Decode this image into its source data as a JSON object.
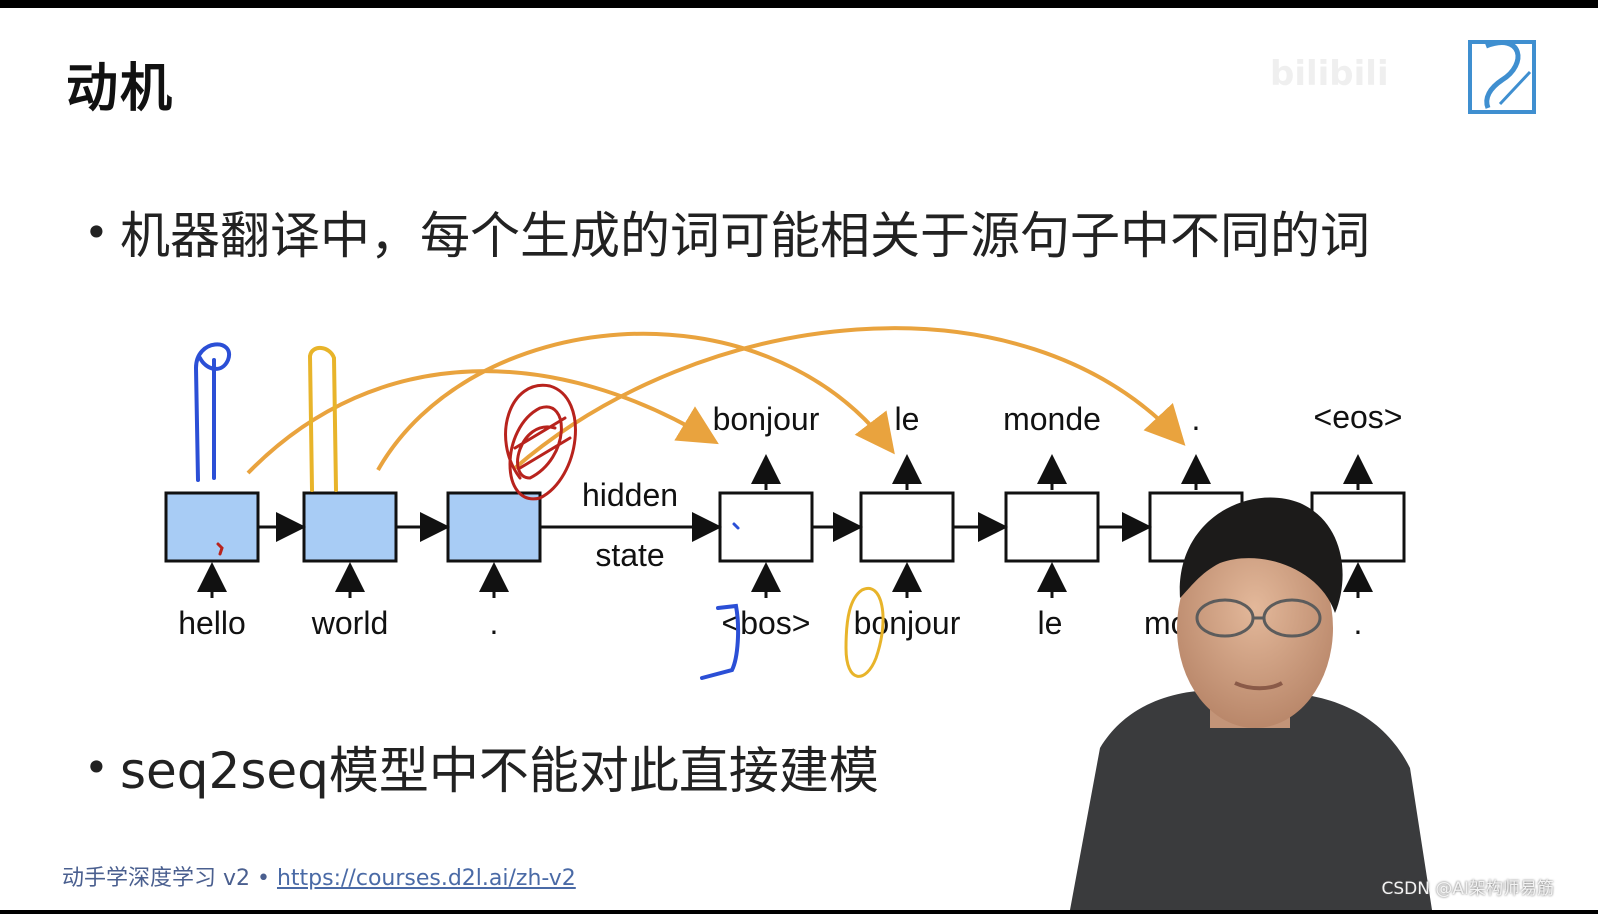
{
  "slide": {
    "title": "动机",
    "bullets": [
      "机器翻译中，每个生成的词可能相关于源句子中不同的词",
      "seq2seq模型中不能对此直接建模"
    ],
    "bullet_symbol": "•",
    "footer": {
      "course": "动手学深度学习 v2 • ",
      "url": "https://courses.d2l.ai/zh-v2"
    }
  },
  "diagram": {
    "encoder_inputs": [
      "hello",
      "world",
      "."
    ],
    "hidden_label_1": "hidden",
    "hidden_label_2": "state",
    "decoder_inputs": [
      "<bos>",
      "bonjour",
      "le",
      "mo",
      "."
    ],
    "decoder_outputs": [
      "bonjour",
      "le",
      "monde",
      ".",
      "<eos>"
    ]
  },
  "overlay": {
    "watermark": "CSDN @AI架构师易筋"
  },
  "colors": {
    "encoder_fill": "#a8ccf5",
    "arrow_orange": "#e9a33e",
    "ink_blue": "#2b4fd6",
    "ink_yellow": "#e8b42a",
    "ink_red": "#b8231d"
  }
}
